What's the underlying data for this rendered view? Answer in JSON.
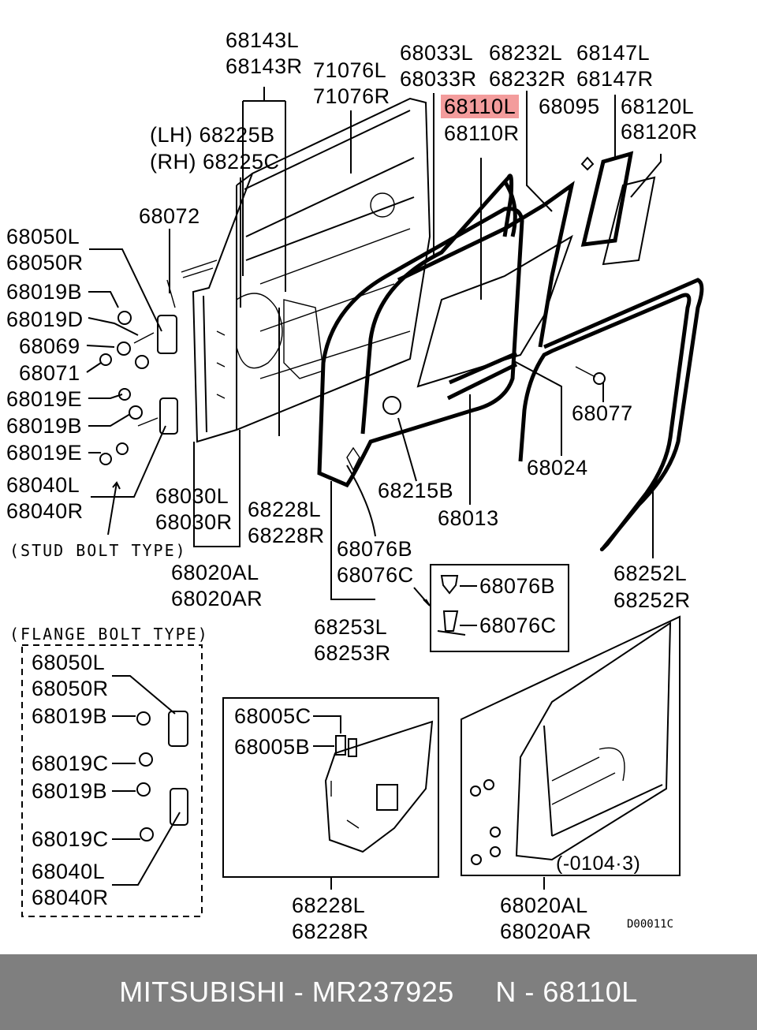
{
  "labels": {
    "l68143": "68143L",
    "r68143": "68143R",
    "l71076": "71076L",
    "r71076": "71076R",
    "l68033": "68033L",
    "r68033": "68033R",
    "l68232": "68232L",
    "r68232": "68232R",
    "l68147": "68147L",
    "r68147": "68147R",
    "l68110": "68110L",
    "r68110": "68110R",
    "p68095": "68095",
    "l68120": "68120L",
    "r68120": "68120R",
    "lh68225": "(LH) 68225B",
    "rh68225": "(RH) 68225C",
    "p68072": "68072",
    "l68050": "68050L",
    "r68050": "68050R",
    "p68019b_1": "68019B",
    "p68019d": "68019D",
    "p68069": "68069",
    "p68071": "68071",
    "p68019e_1": "68019E",
    "p68019b_2": "68019B",
    "p68019e_2": "68019E",
    "l68040": "68040L",
    "r68040": "68040R",
    "p68077": "68077",
    "p68024": "68024",
    "p68215b": "68215B",
    "p68013": "68013",
    "l68030": "68030L",
    "r68030": "68030R",
    "l68228_top": "68228L",
    "r68228_top": "68228R",
    "p68076b": "68076B",
    "p68076c": "68076C",
    "inset_68076b": "68076B",
    "inset_68076c": "68076C",
    "l68020al_top": "68020AL",
    "r68020ar_top": "68020AR",
    "l68253": "68253L",
    "r68253": "68253R",
    "l68252": "68252L",
    "r68252": "68252R",
    "flange_l68050": "68050L",
    "flange_r68050": "68050R",
    "flange_68019b_1": "68019B",
    "flange_68019c_1": "68019C",
    "flange_68019b_2": "68019B",
    "flange_68019c_2": "68019C",
    "flange_l68040": "68040L",
    "flange_r68040": "68040R",
    "p68005c": "68005C",
    "p68005b": "68005B",
    "l68228_bottom": "68228L",
    "r68228_bottom": "68228R",
    "l68020al_bottom": "68020AL",
    "r68020ar_bottom": "68020AR"
  },
  "notes": {
    "stud_bolt_type": "(STUD BOLT TYPE)",
    "flange_bolt_type": "(FLANGE BOLT TYPE)",
    "date_range": "(-0104·3)",
    "diagram_code": "D00011C"
  },
  "highlight_color": "#f39c9c",
  "footer": {
    "text": "MITSUBISHI - MR237925     N - 68110L",
    "background": "#7f7f7f"
  }
}
